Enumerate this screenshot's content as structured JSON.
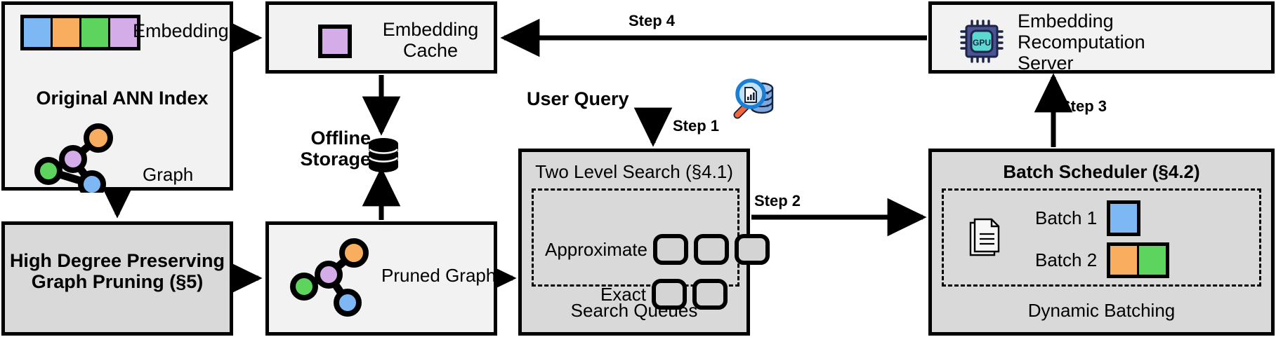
{
  "colors": {
    "blue": "#7db8f5",
    "orange": "#f8ae5e",
    "green": "#5dd45d",
    "purple": "#d3ace8",
    "box_fill": "#f2f2f2",
    "shaded_fill": "#d9d9d9",
    "queue_fill": "#d4d4d4",
    "stroke": "#000000",
    "gpu_body": "#4a5494",
    "gpu_core": "#5ad9d0",
    "db_blue": "#7ea7e0",
    "magnifier_blue": "#1a7fd4",
    "handle_orange": "#f1663c"
  },
  "ann_index": {
    "title": "Original ANN Index",
    "embedding_label": "Embedding",
    "graph_label": "Graph",
    "embedding_swatches": [
      "blue",
      "orange",
      "green",
      "purple"
    ],
    "graph_nodes": [
      "orange",
      "purple",
      "green",
      "blue"
    ]
  },
  "embedding_cache": {
    "title": "Embedding\nCache",
    "chip_color": "purple",
    "chip_icon": "embedding-chip-icon"
  },
  "recomputation_server": {
    "title": "Embedding\nRecomputation\nServer",
    "icon": "gpu-chip-icon",
    "icon_text": "GPU"
  },
  "offline_storage": {
    "label": "Offline\nStorage",
    "icon": "database-stack-icon"
  },
  "user_query": {
    "label": "User Query",
    "icon": "query-search-database-icon"
  },
  "two_level_search": {
    "title": "Two Level Search (§4.1)",
    "footer": "Search Queues",
    "rows": [
      {
        "label": "Approximate",
        "queue_count": 3
      },
      {
        "label": "Exact",
        "queue_count": 2
      }
    ]
  },
  "batch_scheduler": {
    "title": "Batch Scheduler (§4.2)",
    "footer": "Dynamic Batching",
    "icon": "documents-icon",
    "batches": [
      {
        "label": "Batch 1",
        "swatches": [
          "blue"
        ]
      },
      {
        "label": "Batch 2",
        "swatches": [
          "orange",
          "green"
        ]
      }
    ]
  },
  "graph_pruning": {
    "title": "High Degree Preserving\nGraph Pruning (§5)"
  },
  "pruned_graph": {
    "label": "Pruned Graph",
    "graph_nodes": [
      "orange",
      "purple",
      "green",
      "blue"
    ]
  },
  "steps": {
    "step1": "Step 1",
    "step2": "Step 2",
    "step3": "Step 3",
    "step4": "Step 4"
  }
}
